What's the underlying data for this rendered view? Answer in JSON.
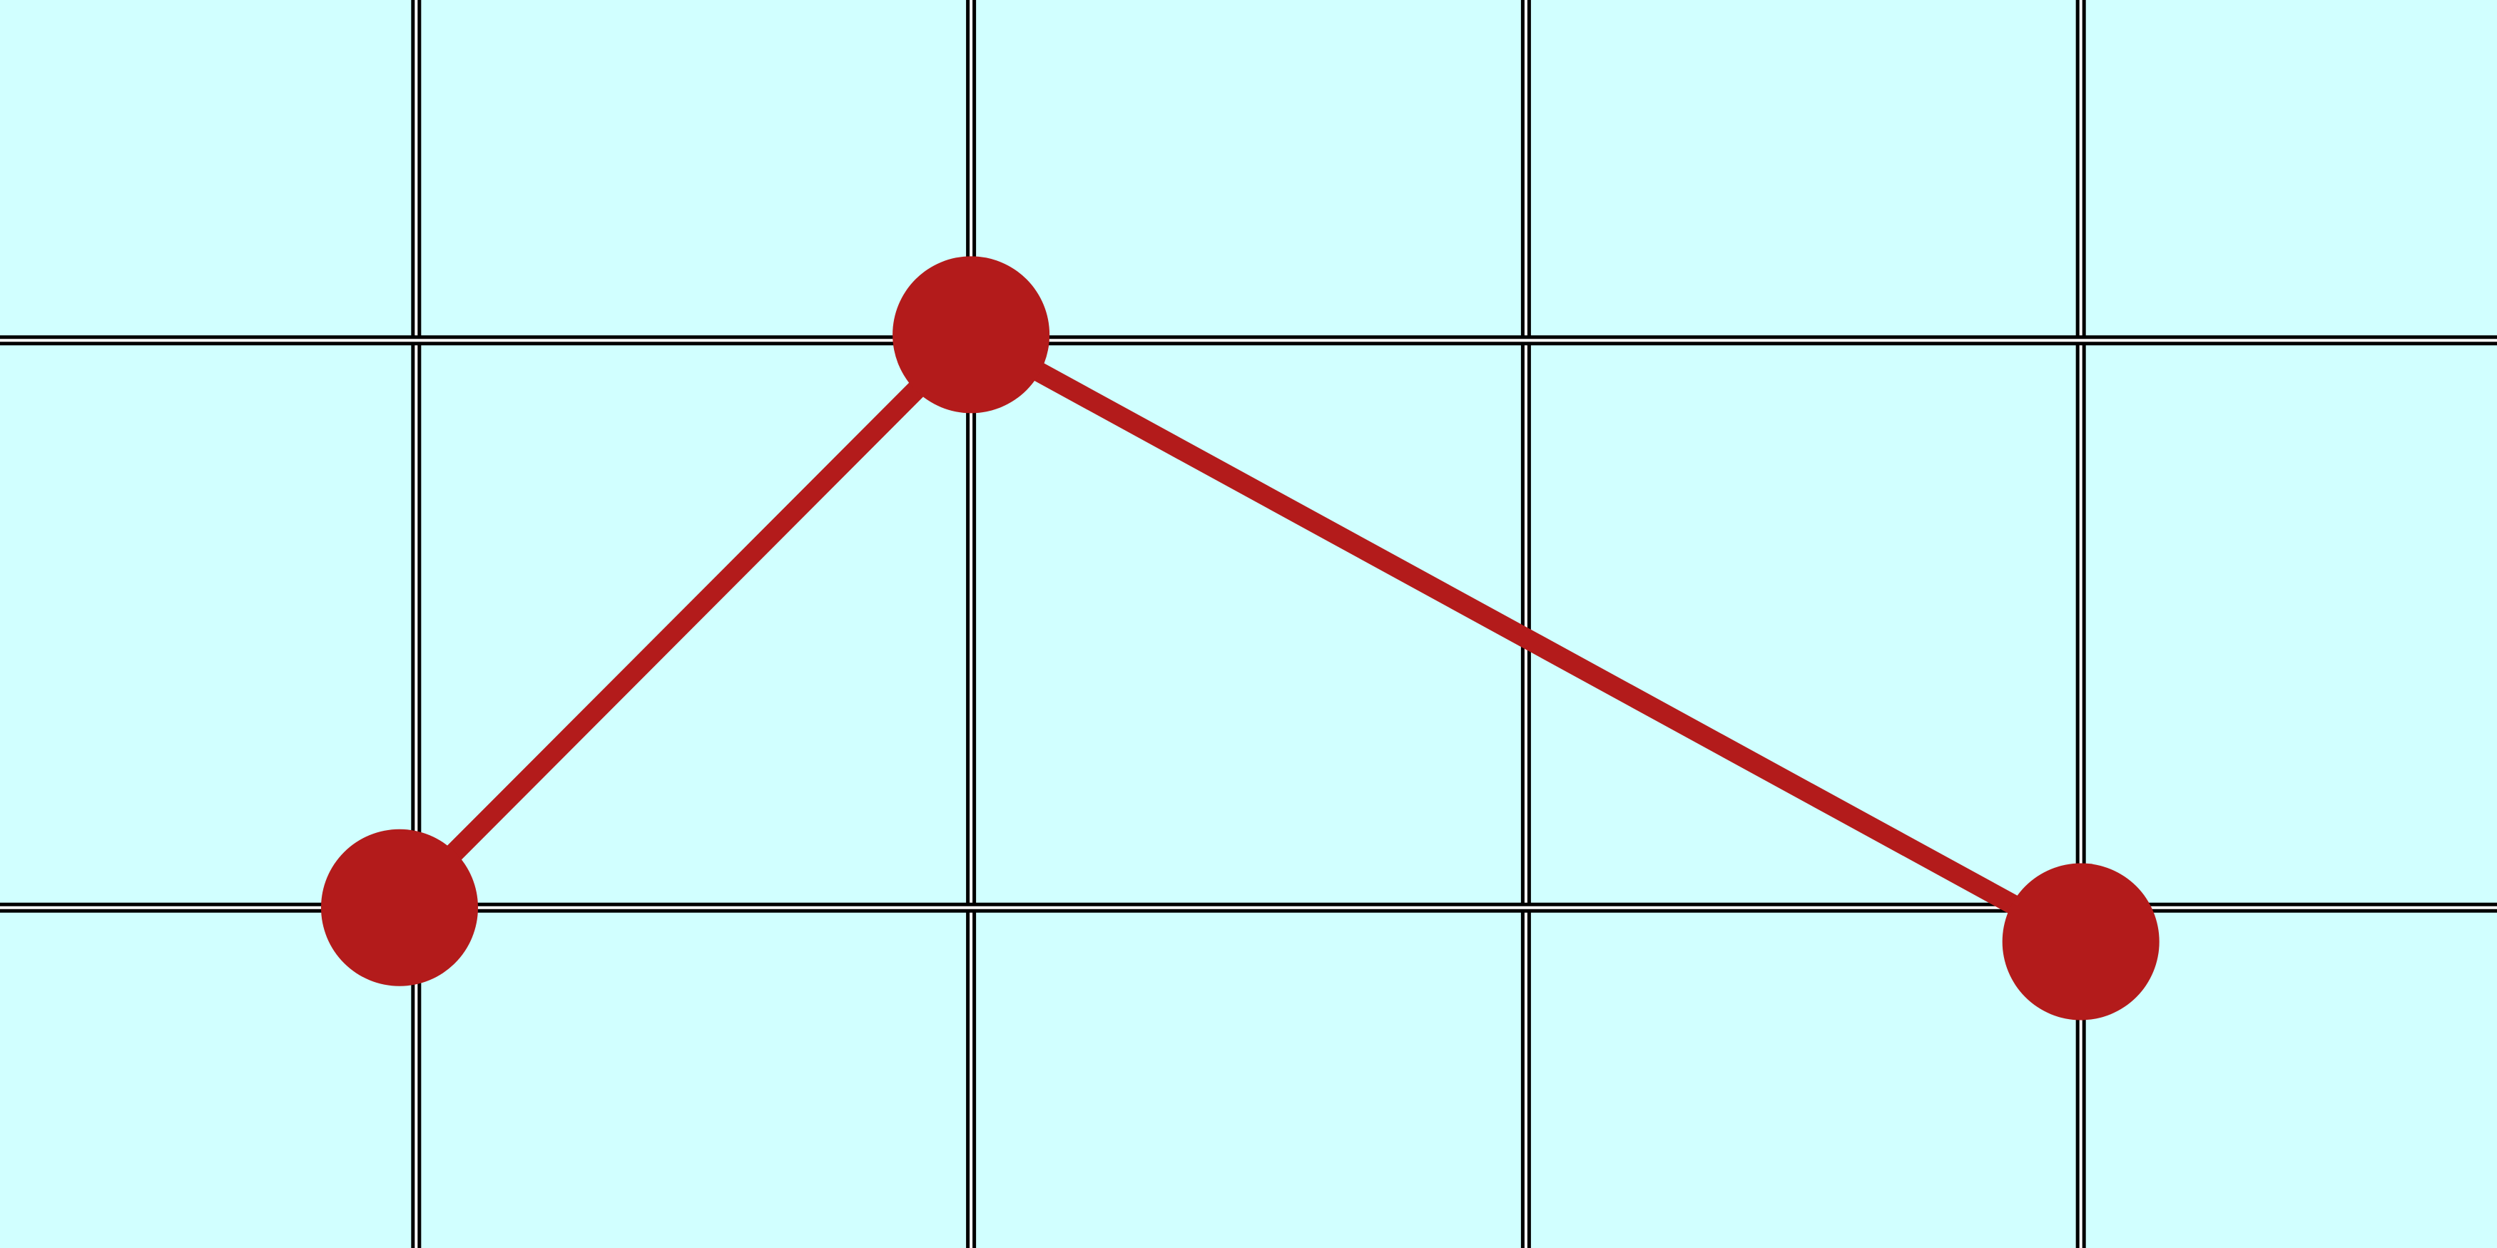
{
  "colors": {
    "background": "#d1ffff",
    "grid_outer": "#000000",
    "grid_inner": "#ffffff",
    "series": "#b31b1b"
  },
  "chart_data": {
    "type": "line",
    "title": "",
    "xlabel": "",
    "ylabel": "",
    "grid": true,
    "grid_style": "double-line",
    "xlim": [
      0.0,
      4.5
    ],
    "ylim": [
      0.0,
      2.2
    ],
    "x_gridlines": [
      0.75,
      1.75,
      2.75,
      3.75
    ],
    "y_gridlines": [
      0.6,
      1.6
    ],
    "series": [
      {
        "points": [
          {
            "x": 0.72,
            "y": 0.6
          },
          {
            "x": 1.75,
            "y": 1.61
          },
          {
            "x": 3.75,
            "y": 0.54
          }
        ]
      }
    ]
  }
}
